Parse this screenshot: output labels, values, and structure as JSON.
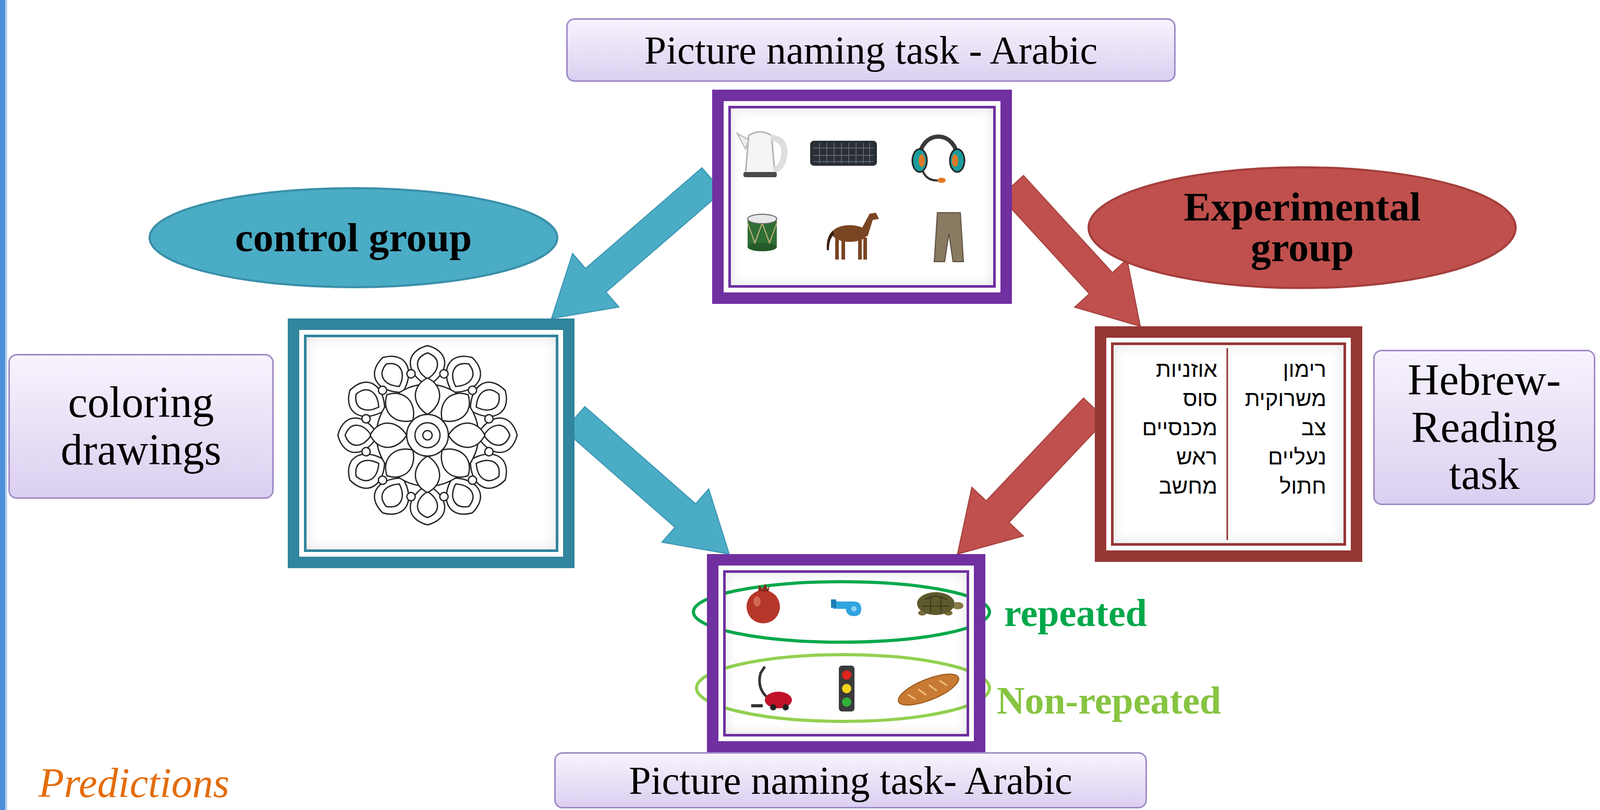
{
  "diagram": {
    "nodes": [
      {
        "text": [
          "Picture naming task - Arabic"
        ]
      },
      {
        "text": [
          "control group"
        ]
      },
      {
        "text": [
          "Experimental group"
        ]
      },
      {
        "text": [
          "coloring drawings"
        ]
      },
      {
        "text": [
          "Hebrew-Reading task",
          "רימון",
          "משרוקית",
          "צב",
          "נעליים",
          "חתול",
          "אוזניות",
          "סוס",
          "מכנסיים",
          "ראש",
          "מחשב"
        ]
      },
      {
        "text": [
          "Picture naming task- Arabic"
        ]
      }
    ],
    "edges": [
      {
        "from": 0,
        "to": 3,
        "arrow": "to"
      },
      {
        "from": 0,
        "to": 4,
        "arrow": "to"
      },
      {
        "from": 3,
        "to": 5,
        "arrow": "to"
      },
      {
        "from": 4,
        "to": 5,
        "arrow": "to"
      }
    ],
    "labels": [
      "repeated",
      "Non-repeated",
      "Predictions"
    ]
  }
}
